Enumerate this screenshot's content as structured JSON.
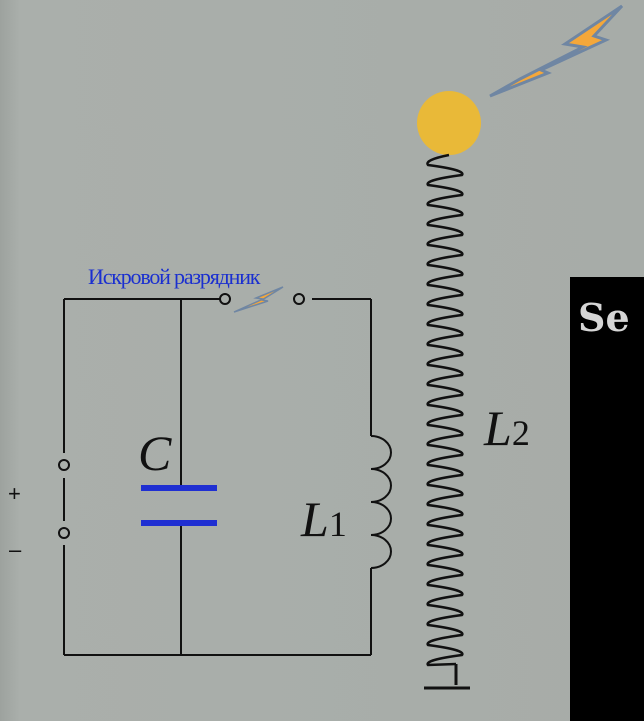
{
  "spark_gap_label": "Искровой разрядник",
  "capacitor_symbol": "C",
  "inductor_primary": {
    "symbol": "L",
    "subscript": "1"
  },
  "inductor_secondary": {
    "symbol": "L",
    "subscript": "2"
  },
  "terminal_plus": "+",
  "terminal_minus": "–",
  "panel_text": "Se",
  "colors": {
    "capacitor": "#1f2fd2",
    "lightning_fill": "#f4a73a",
    "lightning_stroke": "#6f86a3",
    "top_ball": "#e9b938",
    "panel": "#000000"
  }
}
